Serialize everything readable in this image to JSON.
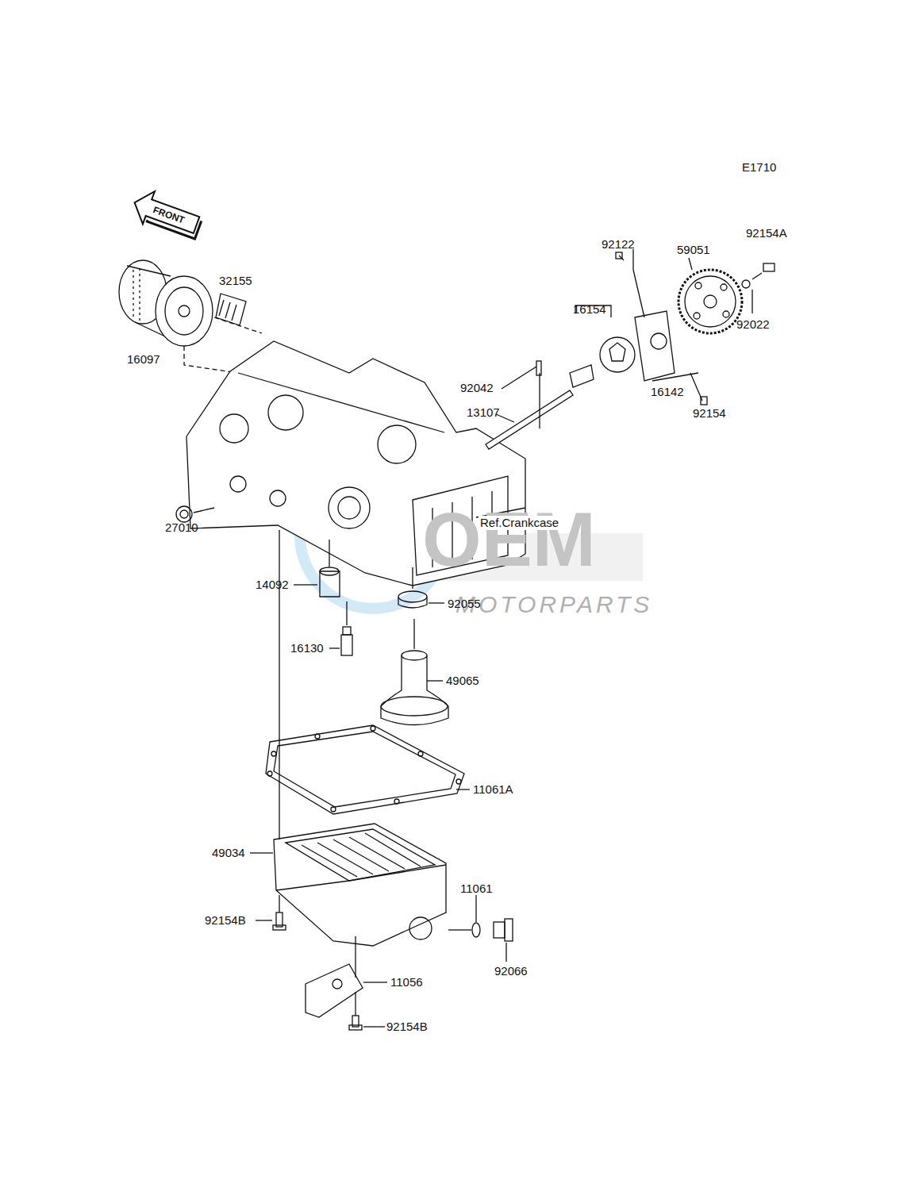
{
  "diagram": {
    "labels": [
      "E1710",
      "FRONT",
      "92154A",
      "59051",
      "92122",
      "32155",
      "16154",
      "92022",
      "16097",
      "92042",
      "16142",
      "13107",
      "92154",
      "27010",
      "Ref.Crankcase",
      "14092",
      "92055",
      "16130",
      "49065",
      "11061A",
      "49034",
      "11061",
      "92154B",
      "92066",
      "11056",
      "92154B",
      "OEM",
      "MOTORPARTS"
    ]
  }
}
